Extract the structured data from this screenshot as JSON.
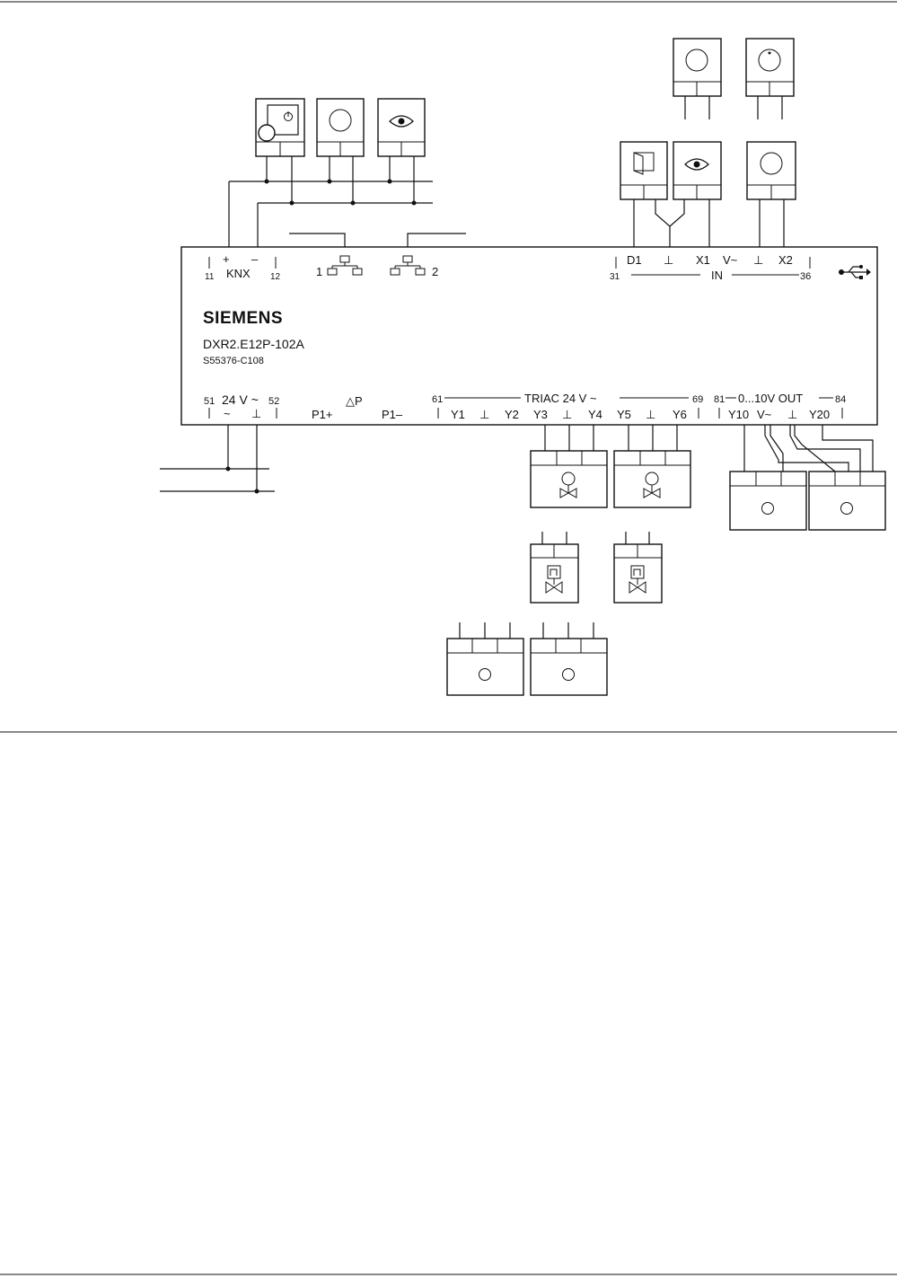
{
  "controller": {
    "brand": "SIEMENS",
    "model": "DXR2.E12P-102A",
    "article": "S55376-C108",
    "top_terminals": {
      "t11": "11",
      "plus": "+",
      "knx": "KNX",
      "minus": "–",
      "t12": "12",
      "net1": "1",
      "net2": "2",
      "t31": "31",
      "d1": "D1",
      "gnd1": "⊥",
      "x1": "X1",
      "vac": "V~",
      "gnd2": "⊥",
      "x2": "X2",
      "t36": "36",
      "in": "IN"
    },
    "bottom_terminals": {
      "t51": "51",
      "v24": "24 V ~",
      "t52": "52",
      "tilde": "~",
      "gnd": "⊥",
      "dp": "△P",
      "p1plus": "P1+",
      "p1minus": "P1–",
      "t61": "61",
      "triac": "TRIAC 24 V ~",
      "t69": "69",
      "y1": "Y1",
      "gnd3": "⊥",
      "y2": "Y2",
      "y3": "Y3",
      "gnd4": "⊥",
      "y4": "Y4",
      "y5": "Y5",
      "gnd5": "⊥",
      "y6": "Y6",
      "t81": "81",
      "out": "0...10V OUT",
      "t84": "84",
      "y10": "Y10",
      "vac2": "V~",
      "gnd6": "⊥",
      "y20": "Y20"
    }
  },
  "icons": [
    "room-operator-icon",
    "temperature-sensor-icon",
    "presence-sensor-icon",
    "window-contact-icon",
    "valve-actuator-icon",
    "thermal-actuator-icon",
    "usb-icon",
    "network-icon"
  ]
}
